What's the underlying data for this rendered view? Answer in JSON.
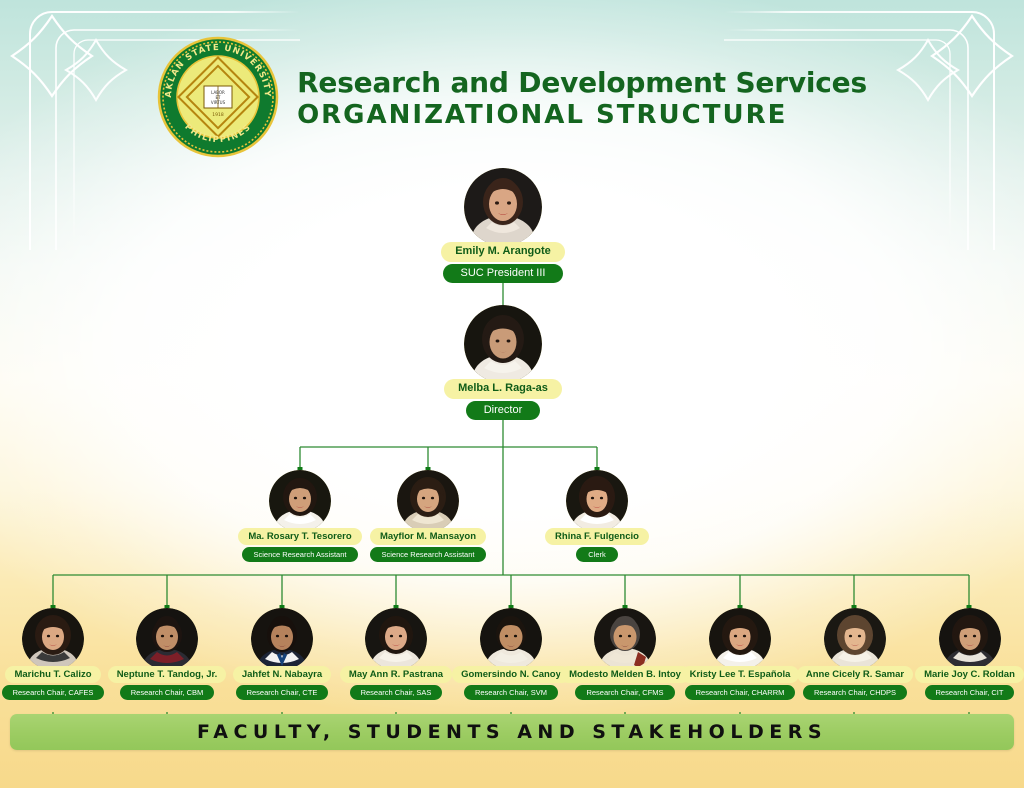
{
  "document": {
    "title_line1": "Research and Development Services",
    "title_line2": "ORGANIZATIONAL STRUCTURE",
    "seal_text_top": "AKLAN STATE UNIVERSITY",
    "seal_text_bottom": "PHILIPPINES"
  },
  "colors": {
    "name_pill_bg": "#f6f2a4",
    "name_pill_text": "#0f5c18",
    "role_pill_bg": "#127a18",
    "role_pill_text": "#ffffff",
    "connector": "#2e8b33",
    "banner_bg": "#9ccc62",
    "title_green": "#14651f",
    "avatar_ring": "#efeaa0"
  },
  "president": {
    "name": "Emily M. Arangote",
    "role": "SUC President III"
  },
  "director": {
    "name": "Melba L. Raga-as",
    "role": "Director"
  },
  "staff": [
    {
      "name": "Ma. Rosary T. Tesorero",
      "role": "Science Research Assistant"
    },
    {
      "name": "Mayflor M. Mansayon",
      "role": "Science Research Assistant"
    },
    {
      "name": "Rhina F. Fulgencio",
      "role": "Clerk"
    }
  ],
  "chairs": [
    {
      "name": "Marichu T. Calizo",
      "role": "Research Chair, CAFES"
    },
    {
      "name": "Neptune T. Tandog, Jr.",
      "role": "Research Chair, CBM"
    },
    {
      "name": "Jahfet N. Nabayra",
      "role": "Research Chair, CTE"
    },
    {
      "name": "May Ann R. Pastrana",
      "role": "Research Chair, SAS"
    },
    {
      "name": "Gomersindo N. Canoy",
      "role": "Research Chair, SVM"
    },
    {
      "name": "Modesto Melden B. Intoy",
      "role": "Research Chair, CFMS"
    },
    {
      "name": "Kristy Lee T. Española",
      "role": "Research Chair, CHARRM"
    },
    {
      "name": "Anne Cicely R. Samar",
      "role": "Research Chair, CHDPS"
    },
    {
      "name": "Marie Joy C. Roldan",
      "role": "Research Chair, CIT"
    }
  ],
  "banner": {
    "text": "FACULTY, STUDENTS AND STAKEHOLDERS"
  }
}
